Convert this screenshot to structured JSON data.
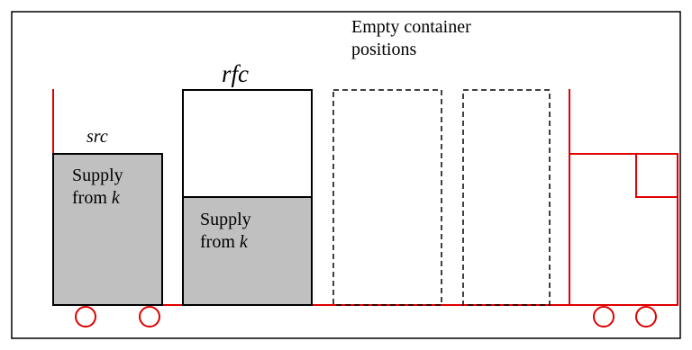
{
  "diagram": {
    "empty_positions_label": [
      "Empty container",
      "positions"
    ],
    "rfc_label": "rfc",
    "src_label": "src",
    "src_supply": {
      "line1": "Supply",
      "line2_prefix": "from ",
      "line2_var": "k"
    },
    "rfc_supply": {
      "line1": "Supply",
      "line2_prefix": "from ",
      "line2_var": "k"
    }
  },
  "colors": {
    "frame": "#000000",
    "train": "#e00000",
    "loaded": "#c0c0c0",
    "container_outline": "#000000"
  }
}
